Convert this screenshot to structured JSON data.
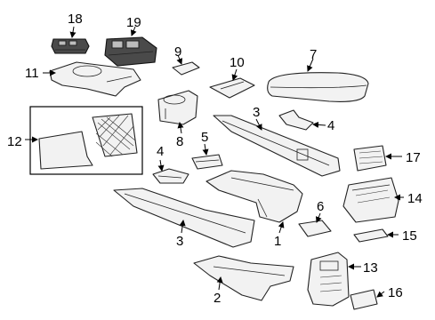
{
  "callouts": {
    "c1": "1",
    "c2": "2",
    "c3a": "3",
    "c3b": "3",
    "c4a": "4",
    "c4b": "4",
    "c5": "5",
    "c6": "6",
    "c7": "7",
    "c8": "8",
    "c9": "9",
    "c10": "10",
    "c11": "11",
    "c12": "12",
    "c13": "13",
    "c14": "14",
    "c15": "15",
    "c16": "16",
    "c17": "17",
    "c18": "18",
    "c19": "19"
  }
}
